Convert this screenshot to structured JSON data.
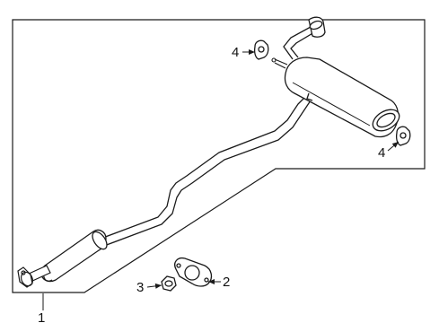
{
  "callouts": {
    "exhaust_assembly": "1",
    "gasket": "2",
    "nut": "3",
    "hanger_upper": "4",
    "hanger_lower": "4"
  },
  "colors": {
    "line": "#1a1a1a",
    "fill": "#ffffff",
    "frame": "#1a1a1a"
  }
}
